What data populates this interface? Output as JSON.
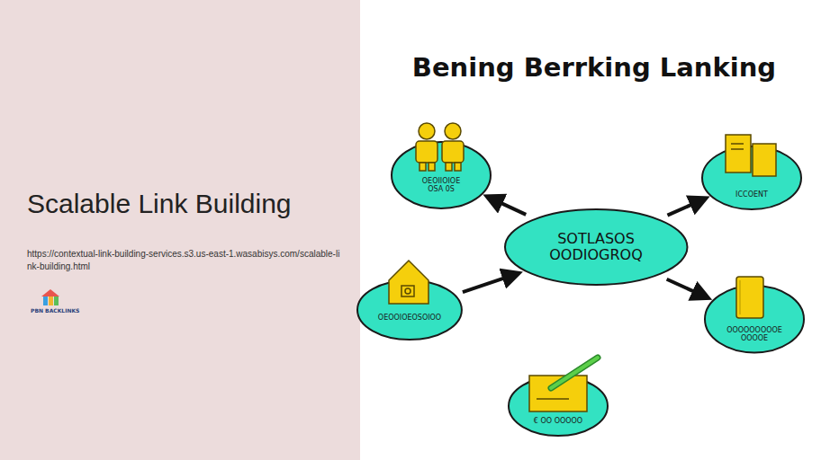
{
  "diagram": {
    "title": "Scalable Link Building",
    "nodes": [
      {
        "text": [
          "OEOIIOIOE",
          "OSA 0S"
        ]
      },
      {
        "text": [
          "ICCOENT"
        ]
      },
      {
        "text": [
          "SOTLASOS OODIOGROQ"
        ]
      },
      {
        "text": [
          "OEOOIOEOSOIOO"
        ]
      },
      {
        "text": [
          "OOOOOOOOOE",
          "OOOOE"
        ]
      },
      {
        "text": [
          "€ OO OOOOO"
        ]
      }
    ],
    "edges": [
      {
        "from": 2,
        "to": 0,
        "arrow": "to"
      },
      {
        "from": 2,
        "to": 1,
        "arrow": "to"
      },
      {
        "from": 3,
        "to": 2,
        "arrow": "to"
      },
      {
        "from": 2,
        "to": 4,
        "arrow": "to"
      }
    ],
    "labels": [
      "Bening Berrking Lanking",
      "https://contextual-link-building-services.s3.us-east-1.wasabisys.com/scalable-link-building.html",
      "PBN BACKLINKS"
    ]
  }
}
